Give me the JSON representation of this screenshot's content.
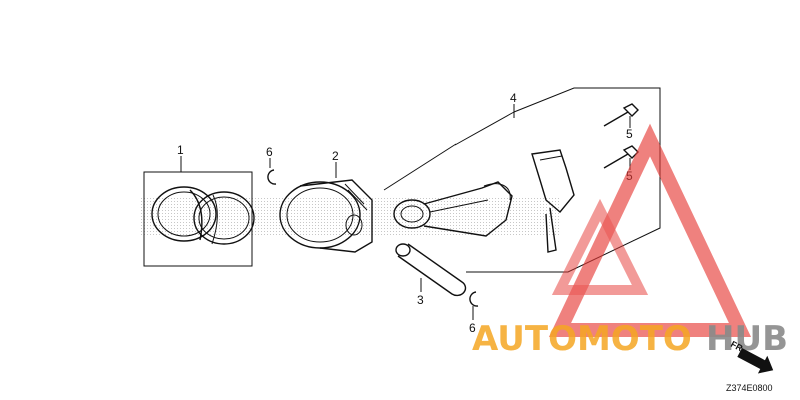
{
  "diagram": {
    "callouts": [
      {
        "id": "ring-set",
        "label": "1"
      },
      {
        "id": "piston",
        "label": "2"
      },
      {
        "id": "piston-pin",
        "label": "3"
      },
      {
        "id": "connecting-rod-assy",
        "label": "4"
      },
      {
        "id": "bolt-upper",
        "label": "5"
      },
      {
        "id": "bolt-lower",
        "label": "5"
      },
      {
        "id": "clip-upper",
        "label": "6"
      },
      {
        "id": "clip-lower",
        "label": "6"
      }
    ],
    "diagram_code": "Z374E0800",
    "direction_label": "FR.",
    "watermark": {
      "text_orange": "AUTOMOTO",
      "text_gray": "HUB",
      "color_orange": "#f5a623",
      "color_gray": "#8a8a8a",
      "triangle_color": "#e53935"
    }
  }
}
